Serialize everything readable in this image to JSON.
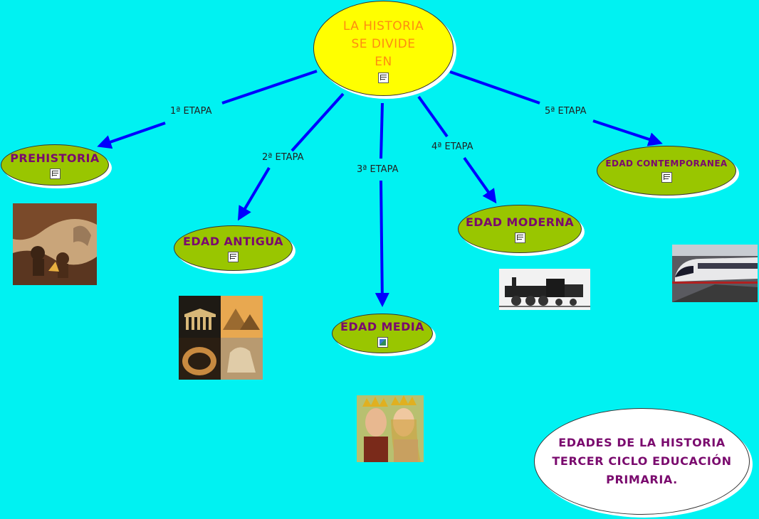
{
  "root": {
    "lines": [
      "LA HISTORIA",
      "SE DIVIDE",
      "EN"
    ]
  },
  "eras": [
    {
      "id": "prehistoria",
      "label": "PREHISTORIA",
      "icon": "document-icon"
    },
    {
      "id": "antigua",
      "label": "EDAD ANTIGUA",
      "icon": "document-icon"
    },
    {
      "id": "media",
      "label": "EDAD MEDIA",
      "icon": "image-icon"
    },
    {
      "id": "moderna",
      "label": "EDAD MODERNA",
      "icon": "document-icon"
    },
    {
      "id": "contemporanea",
      "label": "EDAD CONTEMPORANEA",
      "icon": "document-icon"
    }
  ],
  "edges": [
    "1ª ETAPA",
    "2ª ETAPA",
    "3ª ETAPA",
    "4ª ETAPA",
    "5ª ETAPA"
  ],
  "note": {
    "lines": [
      "EDADES DE LA HISTORIA",
      "TERCER CICLO EDUCACIÓN",
      "PRIMARIA."
    ]
  },
  "images": [
    "cave-painting-image",
    "ancient-monuments-image",
    "catholic-monarchs-image",
    "steam-locomotive-image",
    "high-speed-train-image"
  ],
  "colors": {
    "background": "#00f2f2",
    "root_fill": "#ffff00",
    "root_text": "#ff8c10",
    "era_fill": "#99c600",
    "era_text": "#7a0a6e",
    "arrow": "#0000ff",
    "note_fill": "#ffffff"
  }
}
